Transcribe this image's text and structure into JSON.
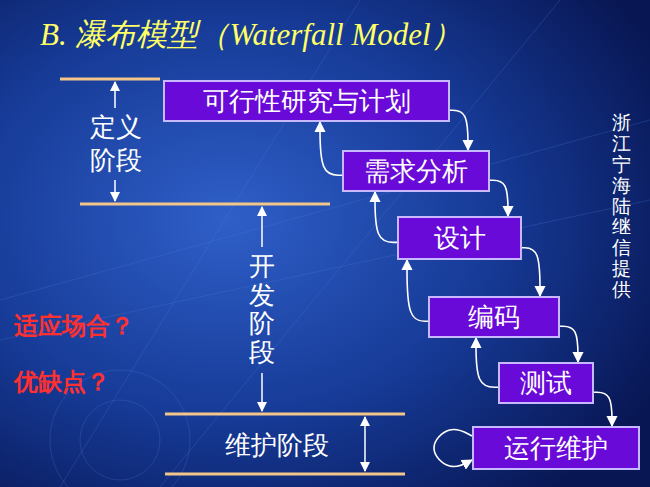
{
  "diagram": {
    "title": "B. 瀑布模型（Waterfall Model）",
    "nodes": [
      {
        "text": [
          "可行性研究与计划"
        ]
      },
      {
        "text": [
          "需求分析"
        ]
      },
      {
        "text": [
          "设计"
        ]
      },
      {
        "text": [
          "编码"
        ]
      },
      {
        "text": [
          "测试"
        ]
      },
      {
        "text": [
          "运行维护"
        ]
      }
    ],
    "edges": [
      {
        "from": 0,
        "to": 1,
        "arrow": "to"
      },
      {
        "from": 1,
        "to": 2,
        "arrow": "to"
      },
      {
        "from": 2,
        "to": 3,
        "arrow": "to"
      },
      {
        "from": 3,
        "to": 4,
        "arrow": "to"
      },
      {
        "from": 4,
        "to": 5,
        "arrow": "to"
      },
      {
        "from": 1,
        "to": 0,
        "arrow": "to"
      },
      {
        "from": 2,
        "to": 1,
        "arrow": "to"
      },
      {
        "from": 3,
        "to": 2,
        "arrow": "to"
      },
      {
        "from": 4,
        "to": 3,
        "arrow": "to"
      },
      {
        "from": 5,
        "to": 5,
        "arrow": "to"
      }
    ],
    "labels": [
      "定义 阶段",
      "开发阶段",
      "维护阶段",
      "适应场合？",
      "优缺点？",
      "浙江宁海陆继信提供"
    ]
  }
}
